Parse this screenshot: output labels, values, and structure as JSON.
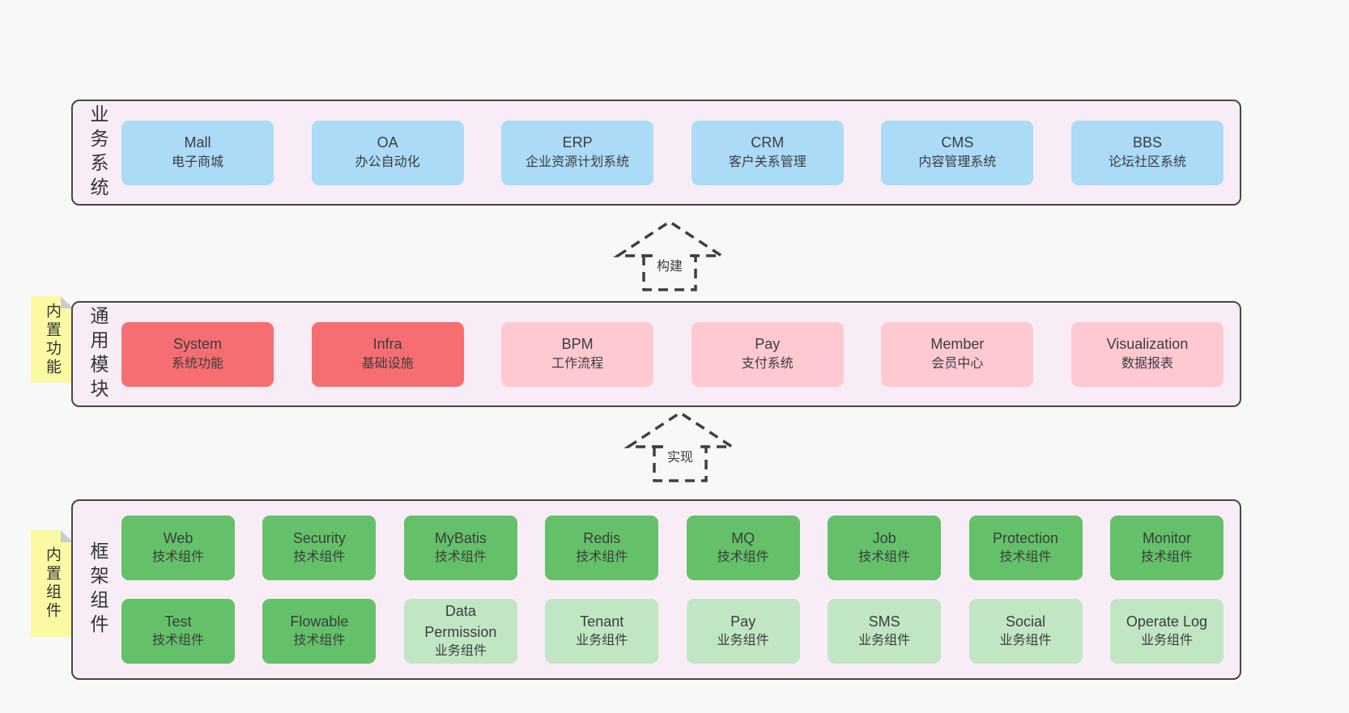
{
  "palette": {
    "page_bg": "#f8f8f8",
    "container_bg": "#f8edf6",
    "container_border": "#474747",
    "blue": "#abdbf7",
    "red": "#f76e72",
    "pink": "#ffc9d2",
    "green": "#64c169",
    "lightgreen": "#c1e6c3",
    "yellow": "#fbfaa3",
    "fold": "#c7ccd1",
    "text": "#3b3b3b"
  },
  "arrows": [
    {
      "label": "构建"
    },
    {
      "label": "实现"
    }
  ],
  "bands": [
    {
      "label": "业务系统",
      "rows": [
        [
          {
            "name": "system-mall",
            "en": "Mall",
            "zh": "电子商城",
            "type": "blue"
          },
          {
            "name": "system-oa",
            "en": "OA",
            "zh": "办公自动化",
            "type": "blue"
          },
          {
            "name": "system-erp",
            "en": "ERP",
            "zh": "企业资源计划系统",
            "type": "blue"
          },
          {
            "name": "system-crm",
            "en": "CRM",
            "zh": "客户关系管理",
            "type": "blue"
          },
          {
            "name": "system-cms",
            "en": "CMS",
            "zh": "内容管理系统",
            "type": "blue"
          },
          {
            "name": "system-bbs",
            "en": "BBS",
            "zh": "论坛社区系统",
            "type": "blue"
          }
        ]
      ]
    },
    {
      "label": "通用模块",
      "note": "内置功能",
      "rows": [
        [
          {
            "name": "module-system",
            "en": "System",
            "zh": "系统功能",
            "type": "red"
          },
          {
            "name": "module-infra",
            "en": "Infra",
            "zh": "基础设施",
            "type": "red"
          },
          {
            "name": "module-bpm",
            "en": "BPM",
            "zh": "工作流程",
            "type": "pink"
          },
          {
            "name": "module-pay",
            "en": "Pay",
            "zh": "支付系统",
            "type": "pink"
          },
          {
            "name": "module-member",
            "en": "Member",
            "zh": "会员中心",
            "type": "pink"
          },
          {
            "name": "module-visualization",
            "en": "Visualization",
            "zh": "数据报表",
            "type": "pink"
          }
        ]
      ]
    },
    {
      "label": "框架组件",
      "note": "内置组件",
      "rows": [
        [
          {
            "name": "component-web",
            "en": "Web",
            "zh": "技术组件",
            "type": "green"
          },
          {
            "name": "component-security",
            "en": "Security",
            "zh": "技术组件",
            "type": "green"
          },
          {
            "name": "component-mybatis",
            "en": "MyBatis",
            "zh": "技术组件",
            "type": "green"
          },
          {
            "name": "component-redis",
            "en": "Redis",
            "zh": "技术组件",
            "type": "green"
          },
          {
            "name": "component-mq",
            "en": "MQ",
            "zh": "技术组件",
            "type": "green"
          },
          {
            "name": "component-job",
            "en": "Job",
            "zh": "技术组件",
            "type": "green"
          },
          {
            "name": "component-protection",
            "en": "Protection",
            "zh": "技术组件",
            "type": "green"
          },
          {
            "name": "component-monitor",
            "en": "Monitor",
            "zh": "技术组件",
            "type": "green"
          }
        ],
        [
          {
            "name": "component-test",
            "en": "Test",
            "zh": "技术组件",
            "type": "green"
          },
          {
            "name": "component-flowable",
            "en": "Flowable",
            "zh": "技术组件",
            "type": "green"
          },
          {
            "name": "component-data-permission",
            "en": "Data Permission",
            "zh": "业务组件",
            "type": "lightgreen"
          },
          {
            "name": "component-tenant",
            "en": "Tenant",
            "zh": "业务组件",
            "type": "lightgreen"
          },
          {
            "name": "component-pay",
            "en": "Pay",
            "zh": "业务组件",
            "type": "lightgreen"
          },
          {
            "name": "component-sms",
            "en": "SMS",
            "zh": "业务组件",
            "type": "lightgreen"
          },
          {
            "name": "component-social",
            "en": "Social",
            "zh": "业务组件",
            "type": "lightgreen"
          },
          {
            "name": "component-operate-log",
            "en": "Operate Log",
            "zh": "业务组件",
            "type": "lightgreen"
          }
        ]
      ]
    }
  ]
}
